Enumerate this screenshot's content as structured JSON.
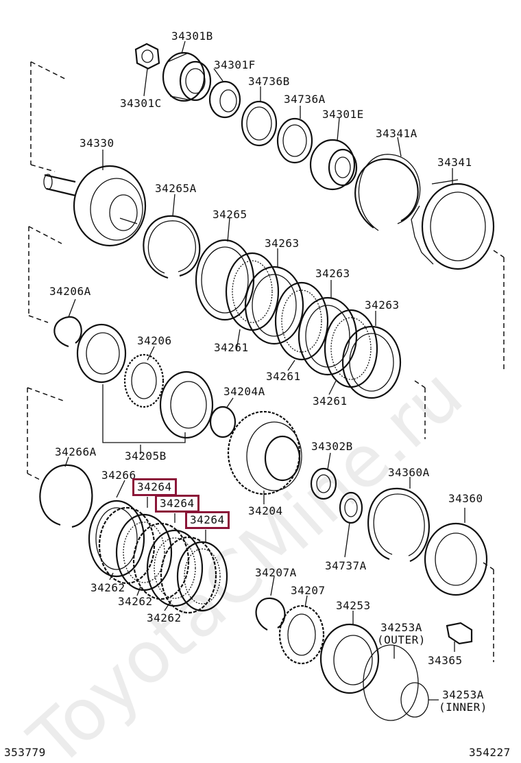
{
  "diagram": {
    "labels": {
      "l34301B": "34301B",
      "l34301F": "34301F",
      "l34301C": "34301C",
      "l34736B": "34736B",
      "l34736A": "34736A",
      "l34301E": "34301E",
      "l34341A": "34341A",
      "l34341": "34341",
      "l34330": "34330",
      "l34265A": "34265A",
      "l34265": "34265",
      "l34263a": "34263",
      "l34263b": "34263",
      "l34263c": "34263",
      "l34261a": "34261",
      "l34261b": "34261",
      "l34261c": "34261",
      "l34206A": "34206A",
      "l34206": "34206",
      "l34204A": "34204A",
      "l34205B": "34205B",
      "l34266A": "34266A",
      "l34266": "34266",
      "l34264a": "34264",
      "l34264b": "34264",
      "l34264c": "34264",
      "l34204": "34204",
      "l34302B": "34302B",
      "l34360A": "34360A",
      "l34360": "34360",
      "l34737A": "34737A",
      "l34262a": "34262",
      "l34262b": "34262",
      "l34262c": "34262",
      "l34207A": "34207A",
      "l34207": "34207",
      "l34253": "34253",
      "l34253A_outer": "34253A\n(OUTER)",
      "l34365": "34365",
      "l34253A_inner": "34253A\n(INNER)"
    },
    "footer": {
      "left_id": "353779",
      "right_id": "354227"
    },
    "highlight_color": "#8b1538"
  }
}
